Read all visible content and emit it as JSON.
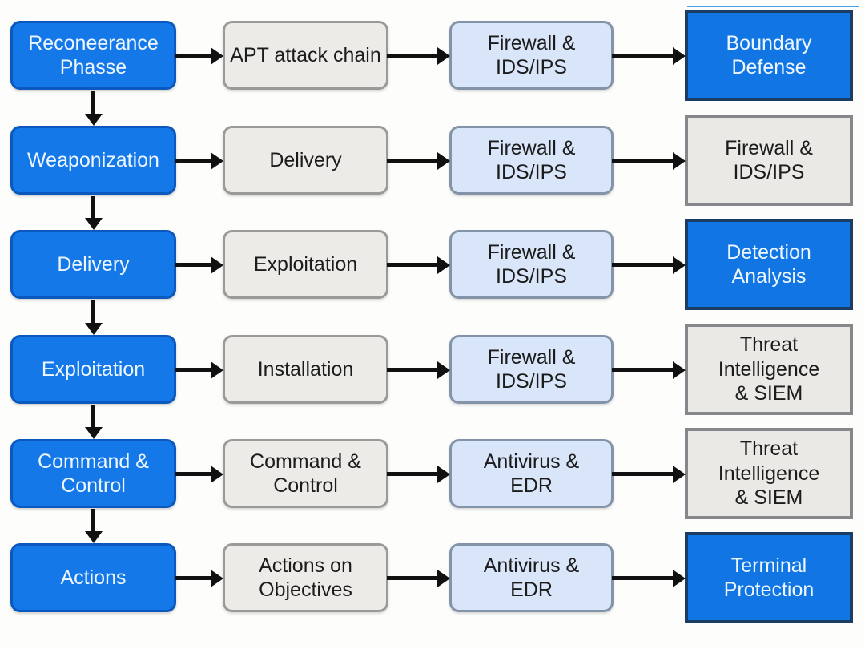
{
  "diagram": {
    "title": "APT attack chain vs defense layers flow diagram",
    "colors": {
      "phase_fill": "#1478e8",
      "phase_border": "#0b59be",
      "stage_fill": "#ecebe7",
      "stage_border": "#9a9a98",
      "tech_fill": "#d9e5f8",
      "tech_border": "#8393a8",
      "category_blue_fill": "#1176e3",
      "category_blue_border": "#1b3c63",
      "category_gray_fill": "#eae9e5",
      "category_gray_border": "#86868b",
      "arrow": "#111111",
      "background": "#fdfdfb",
      "top_artifact_line": "#45a0e8"
    },
    "rows": [
      {
        "phase": {
          "label": "Reconeerance\nPhasse"
        },
        "attack": {
          "label": "APT attack chain"
        },
        "defense_tech": {
          "label": "Firewall &\nIDS/IPS"
        },
        "defense_category": {
          "label": "Boundary\nDefense",
          "variant": "blue"
        }
      },
      {
        "phase": {
          "label": "Weaponization"
        },
        "attack": {
          "label": "Delivery"
        },
        "defense_tech": {
          "label": "Firewall &\nIDS/IPS"
        },
        "defense_category": {
          "label": "Firewall &\nIDS/IPS",
          "variant": "gray"
        }
      },
      {
        "phase": {
          "label": "Delivery"
        },
        "attack": {
          "label": "Exploitation"
        },
        "defense_tech": {
          "label": "Firewall &\nIDS/IPS"
        },
        "defense_category": {
          "label": "Detection\nAnalysis",
          "variant": "blue"
        }
      },
      {
        "phase": {
          "label": "Exploitation"
        },
        "attack": {
          "label": "Installation"
        },
        "defense_tech": {
          "label": "Firewall &\nIDS/IPS"
        },
        "defense_category": {
          "label": "Threat\nIntelligence\n& SIEM",
          "variant": "gray"
        }
      },
      {
        "phase": {
          "label": "Command &\nControl"
        },
        "attack": {
          "label": "Command &\nControl"
        },
        "defense_tech": {
          "label": "Antivirus &\nEDR"
        },
        "defense_category": {
          "label": "Threat\nIntelligence\n& SIEM",
          "variant": "gray"
        }
      },
      {
        "phase": {
          "label": "Actions"
        },
        "attack": {
          "label": "Actions on\nObjectives"
        },
        "defense_tech": {
          "label": "Antivirus &\nEDR"
        },
        "defense_category": {
          "label": "Terminal\nProtection",
          "variant": "blue"
        }
      }
    ]
  }
}
